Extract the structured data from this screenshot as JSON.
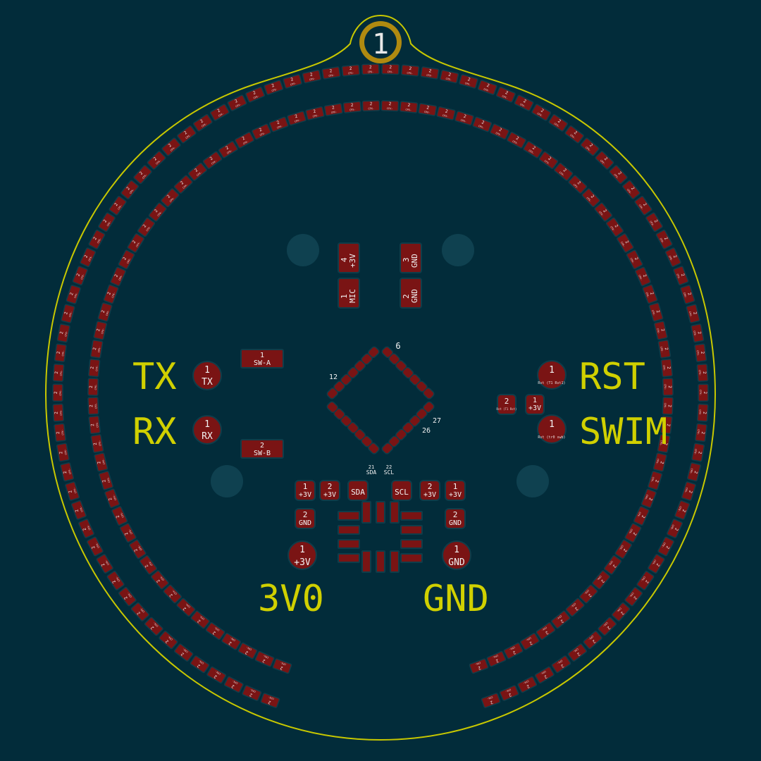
{
  "board": {
    "background": "#022c3a",
    "outline_color": "#c8c800",
    "copper_color": "#7a1414",
    "pad_clearance_color": "#0f3d4a",
    "mount_hole_color": "#0f4150",
    "ring_color": "#b08a10"
  },
  "top_marker": {
    "number": "1"
  },
  "silkscreen": {
    "tx": "TX",
    "rx": "RX",
    "rst": "RST",
    "swim": "SWIM",
    "v3": "3V0",
    "gnd": "GND"
  },
  "test_pads": [
    {
      "id": "tx",
      "num": "1",
      "label": "TX"
    },
    {
      "id": "rx",
      "num": "1",
      "label": "RX"
    },
    {
      "id": "rst",
      "num": "1",
      "label": "Rst (T1 Rst1)"
    },
    {
      "id": "swim",
      "num": "1",
      "label": "Rst (tr0 swb)"
    },
    {
      "id": "p3v",
      "num": "1",
      "label": "+3V"
    },
    {
      "id": "pgnd",
      "num": "1",
      "label": "GND"
    }
  ],
  "rst_cap": {
    "pad1": "1",
    "pad1_label": "+3V",
    "pad2": "2",
    "pad2_label": "Rst (T1 Rst)"
  },
  "switch_pads": [
    {
      "id": "swa",
      "num": "1",
      "label": "SW-A"
    },
    {
      "id": "swb",
      "num": "2",
      "label": "SW-B"
    }
  ],
  "mic_pads": [
    {
      "num": "4",
      "label": "+3V"
    },
    {
      "num": "3",
      "label": "GND"
    },
    {
      "num": "1",
      "label": "MIC"
    },
    {
      "num": "2",
      "label": "GND"
    }
  ],
  "mcu_pins": [
    {
      "num": "6",
      "label": ""
    },
    {
      "num": "12",
      "label": ""
    },
    {
      "num": "27",
      "label": ""
    },
    {
      "num": "26",
      "label": ""
    },
    {
      "num": "21",
      "label": "SDA"
    },
    {
      "num": "22",
      "label": "SCL"
    }
  ],
  "sensor_pads": [
    {
      "num": "1",
      "label": "+3V"
    },
    {
      "num": "2",
      "label": "+3V"
    },
    {
      "num": "",
      "label": "SDA"
    },
    {
      "num": "",
      "label": "SCL"
    },
    {
      "num": "2",
      "label": "+3V"
    },
    {
      "num": "1",
      "label": "+3V"
    },
    {
      "num": "2",
      "label": "GND"
    },
    {
      "num": "2",
      "label": "GND"
    }
  ],
  "led_ring": {
    "pad_pin": "2",
    "pad_label": "CPX-"
  }
}
